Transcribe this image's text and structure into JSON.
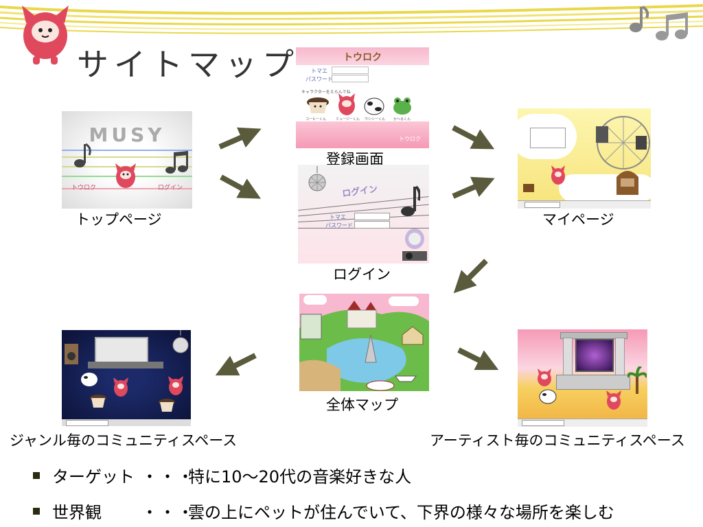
{
  "slide": {
    "title": "サイトマップ"
  },
  "screens": {
    "top": {
      "caption": "トップページ",
      "logo": "MUSY",
      "link_left": "トウロク",
      "link_right": "ログイン"
    },
    "register": {
      "caption": "登録画面",
      "header": "トウロク",
      "name_label": "トマエ",
      "password_label": "パスワード",
      "choose_text": "キャラクターをえらんでね",
      "characters": [
        "コーヒーくん",
        "ミュージーくん",
        "ウシシーくん",
        "かへるくん"
      ],
      "button": "トウロク"
    },
    "login": {
      "caption": "ログイン",
      "header": "ログイン",
      "name_label": "トマエ",
      "password_label": "パスワード"
    },
    "mypage": {
      "caption": "マイページ"
    },
    "worldmap": {
      "caption": "全体マップ"
    },
    "genre": {
      "caption": "ジャンル毎のコミュニティスペース"
    },
    "artist": {
      "caption": "アーティスト毎のコミュニティスペース"
    }
  },
  "bullets": [
    {
      "label": "ターゲット",
      "sep": "・・・",
      "text": "特に10～20代の音楽好きな人"
    },
    {
      "label": "世界観",
      "sep": "・・・",
      "text": "雲の上にペットが住んでいて、下界の様々な場所を楽しむ"
    }
  ],
  "colors": {
    "band": "#e8d84a",
    "arrow": "#5a5a3c",
    "pink": "#f08aa8",
    "mascot": "#e0485e"
  }
}
